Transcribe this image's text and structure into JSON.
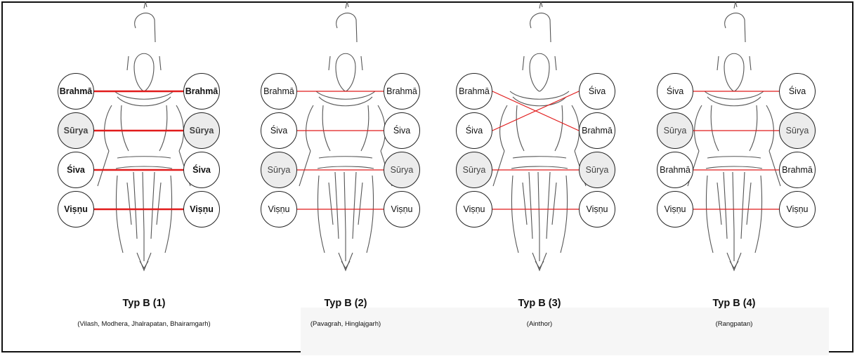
{
  "colors": {
    "line": "#e11b1b",
    "circle_shade": "#ececec",
    "border": "#111111"
  },
  "panels": [
    {
      "title": "Typ B (1)",
      "sites": "(Vilash, Modhera, Jhalrapatan, Bhairamgarh)",
      "left_labels": [
        "Brahmā",
        "Sūrya",
        "Śiva",
        "Viṣṇu"
      ],
      "right_labels": [
        "Brahmā",
        "Sūrya",
        "Śiva",
        "Viṣṇu"
      ],
      "shaded_level": 2
    },
    {
      "title": "Typ B (2)",
      "sites": "(Pavagrah, Hinglajgarh)",
      "left_labels": [
        "Brahmā",
        "Śiva",
        "Sūrya",
        "Viṣṇu"
      ],
      "right_labels": [
        "Brahmā",
        "Śiva",
        "Sūrya",
        "Viṣṇu"
      ],
      "shaded_level": 3
    },
    {
      "title": "Typ B (3)",
      "sites": "(Ainthor)",
      "left_labels": [
        "Brahmā",
        "Śiva",
        "Sūrya",
        "Viṣṇu"
      ],
      "right_labels": [
        "Śiva",
        "Brahmā",
        "Sūrya",
        "Viṣṇu"
      ],
      "shaded_level": 3,
      "crossing": true
    },
    {
      "title": "Typ B (4)",
      "sites": "(Rangpatan)",
      "left_labels": [
        "Śiva",
        "Sūrya",
        "Brahmā",
        "Viṣṇu"
      ],
      "right_labels": [
        "Śiva",
        "Sūrya",
        "Brahmā",
        "Viṣṇu"
      ],
      "shaded_level": 2
    }
  ]
}
